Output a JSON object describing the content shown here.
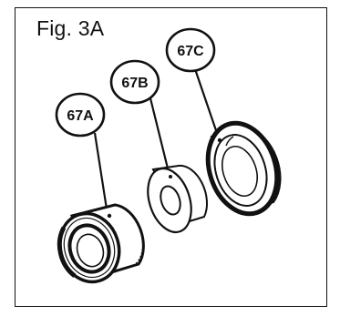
{
  "figure": {
    "title": "Fig. 3A",
    "callouts": [
      {
        "id": "a",
        "label": "67A"
      },
      {
        "id": "b",
        "label": "67B"
      },
      {
        "id": "c",
        "label": "67C"
      }
    ]
  }
}
